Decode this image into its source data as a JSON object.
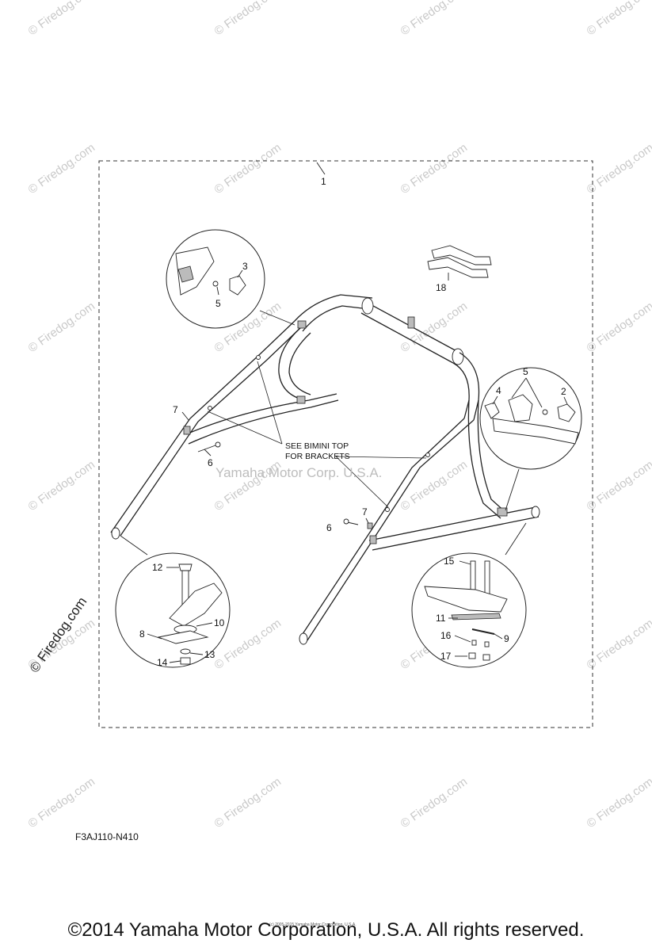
{
  "diagram": {
    "callouts": {
      "c1": "1",
      "c2": "2",
      "c3": "3",
      "c4": "4",
      "c5a": "5",
      "c5b": "5",
      "c6a": "6",
      "c6b": "6",
      "c7a": "7",
      "c7b": "7",
      "c8": "8",
      "c9": "9",
      "c10": "10",
      "c11": "11",
      "c12": "12",
      "c13": "13",
      "c14": "14",
      "c15": "15",
      "c16": "16",
      "c17": "17",
      "c18": "18"
    },
    "note_line1": "SEE BIMINI TOP",
    "note_line2": "FOR BRACKETS",
    "center_watermark": "Yamaha Motor Corp. U.S.A.",
    "left_watermark": "© Firedog.com",
    "firedog_watermark": "© Firedog.com",
    "figure_code": "F3AJ110-N410",
    "fine_print": "(c) 2005-2015 Yamaha Motor Corporation, U.S.A."
  },
  "footer": {
    "copyright": "©2014 Yamaha Motor Corporation, U.S.A. All rights reserved."
  }
}
